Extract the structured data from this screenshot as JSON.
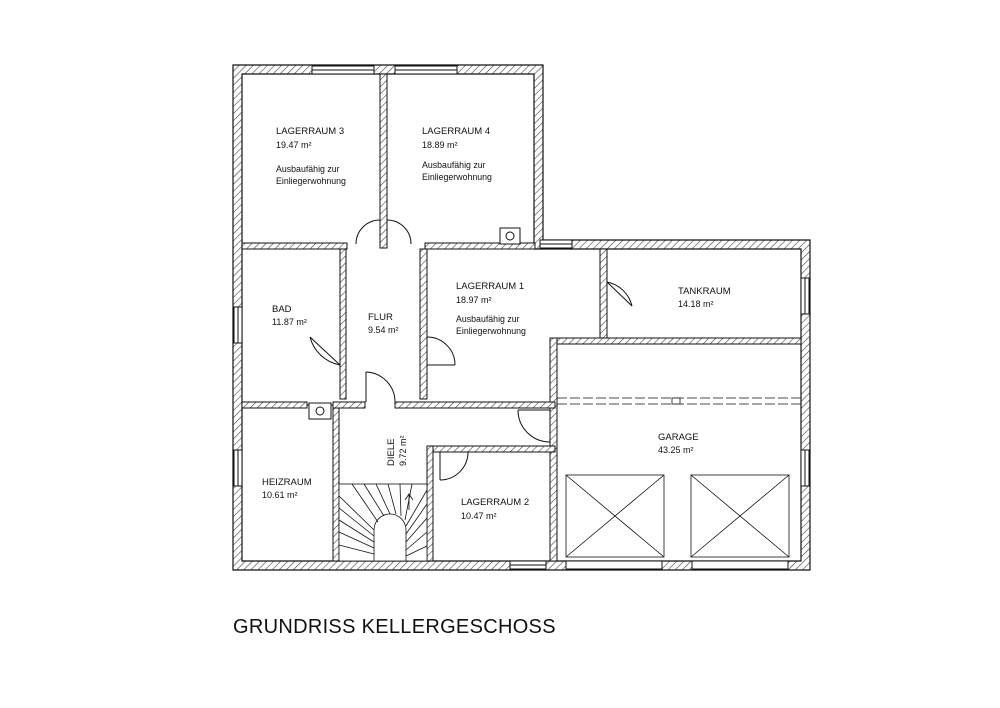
{
  "title": "GRUNDRISS KELLERGESCHOSS",
  "rooms": {
    "lagerraum3": {
      "name": "LAGERRAUM 3",
      "area": "19.47 m²",
      "note1": "Ausbaufähig zur",
      "note2": "Einliegerwohnung"
    },
    "lagerraum4": {
      "name": "LAGERRAUM 4",
      "area": "18.89 m²",
      "note1": "Ausbaufähig zur",
      "note2": "Einliegerwohnung"
    },
    "bad": {
      "name": "BAD",
      "area": "11.87 m²"
    },
    "flur": {
      "name": "FLUR",
      "area": "9.54 m²"
    },
    "lagerraum1": {
      "name": "LAGERRAUM 1",
      "area": "18.97 m²",
      "note1": "Ausbaufähig zur",
      "note2": "Einliegerwohnung"
    },
    "tankraum": {
      "name": "TANKRAUM",
      "area": "14.18 m²"
    },
    "garage": {
      "name": "GARAGE",
      "area": "43.25 m²"
    },
    "diele": {
      "name": "DIELE",
      "area": "9.72 m²"
    },
    "heizraum": {
      "name": "HEIZRAUM",
      "area": "10.61 m²"
    },
    "lagerraum2": {
      "name": "LAGERRAUM 2",
      "area": "10.47 m²"
    }
  },
  "colors": {
    "wall": "#111111",
    "hatch": "#444444",
    "background": "#ffffff"
  }
}
